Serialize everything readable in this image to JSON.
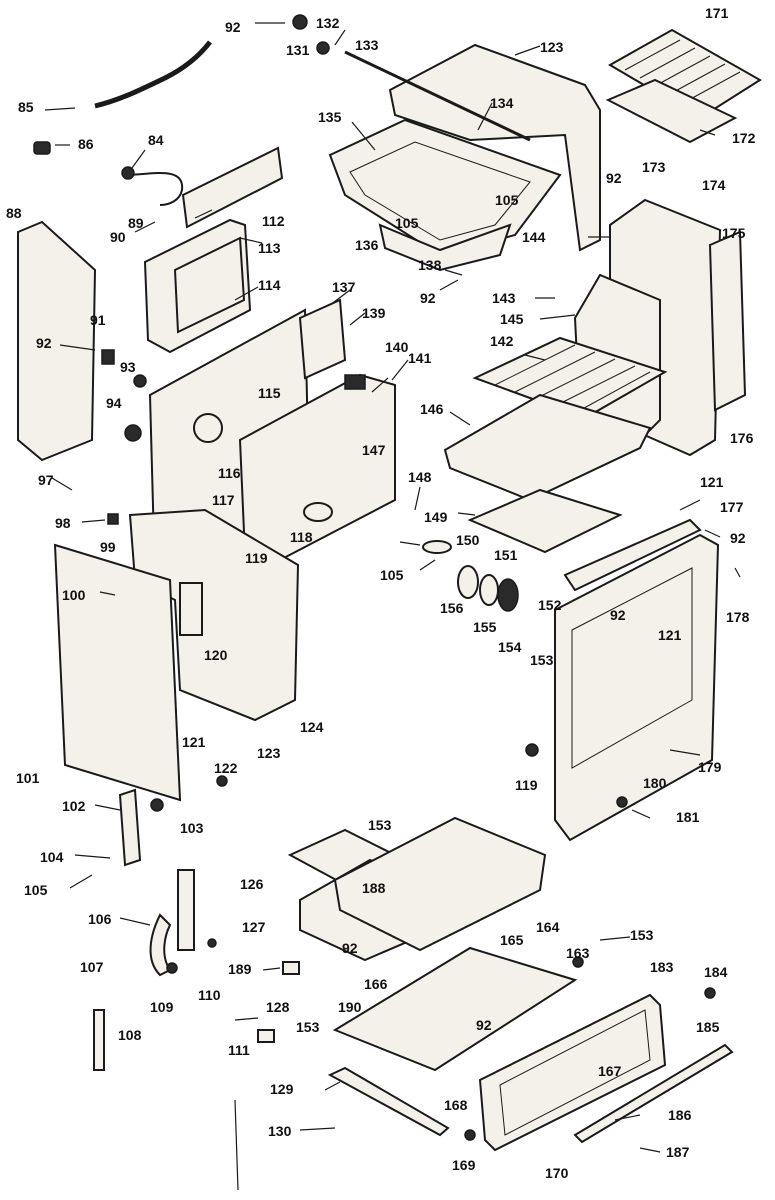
{
  "callouts": [
    {
      "id": "c85",
      "text": "85"
    },
    {
      "id": "c86",
      "text": "86"
    },
    {
      "id": "c84",
      "text": "84"
    },
    {
      "id": "c89",
      "text": "89"
    },
    {
      "id": "c88",
      "text": "88"
    },
    {
      "id": "c90",
      "text": "90"
    },
    {
      "id": "c112",
      "text": "112"
    },
    {
      "id": "c113",
      "text": "113"
    },
    {
      "id": "c114",
      "text": "114"
    },
    {
      "id": "c92a",
      "text": "92"
    },
    {
      "id": "c91",
      "text": "91"
    },
    {
      "id": "c93",
      "text": "93"
    },
    {
      "id": "c94",
      "text": "94"
    },
    {
      "id": "c97",
      "text": "97"
    },
    {
      "id": "c98",
      "text": "98"
    },
    {
      "id": "c99",
      "text": "99"
    },
    {
      "id": "c100",
      "text": "100"
    },
    {
      "id": "c101",
      "text": "101"
    },
    {
      "id": "c92b",
      "text": "92"
    },
    {
      "id": "c132",
      "text": "132"
    },
    {
      "id": "c131",
      "text": "131"
    },
    {
      "id": "c133",
      "text": "133"
    },
    {
      "id": "c123a",
      "text": "123"
    },
    {
      "id": "c134",
      "text": "134"
    },
    {
      "id": "c135",
      "text": "135"
    },
    {
      "id": "c105a",
      "text": "105"
    },
    {
      "id": "c105b",
      "text": "105"
    },
    {
      "id": "c136",
      "text": "136"
    },
    {
      "id": "c138",
      "text": "138"
    },
    {
      "id": "c92c",
      "text": "92"
    },
    {
      "id": "c137",
      "text": "137"
    },
    {
      "id": "c139",
      "text": "139"
    },
    {
      "id": "c140",
      "text": "140"
    },
    {
      "id": "c141",
      "text": "141"
    },
    {
      "id": "c115",
      "text": "115"
    },
    {
      "id": "c116",
      "text": "116"
    },
    {
      "id": "c117",
      "text": "117"
    },
    {
      "id": "c147",
      "text": "147"
    },
    {
      "id": "c148",
      "text": "148"
    },
    {
      "id": "c118",
      "text": "118"
    },
    {
      "id": "c119a",
      "text": "119"
    },
    {
      "id": "c120",
      "text": "120"
    },
    {
      "id": "c123b",
      "text": "123"
    },
    {
      "id": "c124",
      "text": "124"
    },
    {
      "id": "c121a",
      "text": "121"
    },
    {
      "id": "c122",
      "text": "122"
    },
    {
      "id": "c171",
      "text": "171"
    },
    {
      "id": "c172",
      "text": "172"
    },
    {
      "id": "c92d",
      "text": "92"
    },
    {
      "id": "c173",
      "text": "173"
    },
    {
      "id": "c174",
      "text": "174"
    },
    {
      "id": "c175",
      "text": "175"
    },
    {
      "id": "c144",
      "text": "144"
    },
    {
      "id": "c143",
      "text": "143"
    },
    {
      "id": "c145",
      "text": "145"
    },
    {
      "id": "c142",
      "text": "142"
    },
    {
      "id": "c146",
      "text": "146"
    },
    {
      "id": "c176",
      "text": "176"
    },
    {
      "id": "c149",
      "text": "149"
    },
    {
      "id": "c121b",
      "text": "121"
    },
    {
      "id": "c177",
      "text": "177"
    },
    {
      "id": "c92e",
      "text": "92"
    },
    {
      "id": "c105c",
      "text": "105"
    },
    {
      "id": "c150",
      "text": "150"
    },
    {
      "id": "c151",
      "text": "151"
    },
    {
      "id": "c156",
      "text": "156"
    },
    {
      "id": "c155",
      "text": "155"
    },
    {
      "id": "c154",
      "text": "154"
    },
    {
      "id": "c152",
      "text": "152"
    },
    {
      "id": "c153a",
      "text": "153"
    },
    {
      "id": "c178",
      "text": "178"
    },
    {
      "id": "c92f",
      "text": "92"
    },
    {
      "id": "c121c",
      "text": "121"
    },
    {
      "id": "c179",
      "text": "179"
    },
    {
      "id": "c119b",
      "text": "119"
    },
    {
      "id": "c180",
      "text": "180"
    },
    {
      "id": "c181",
      "text": "181"
    },
    {
      "id": "c102",
      "text": "102"
    },
    {
      "id": "c103",
      "text": "103"
    },
    {
      "id": "c104",
      "text": "104"
    },
    {
      "id": "c105d",
      "text": "105"
    },
    {
      "id": "c106",
      "text": "106"
    },
    {
      "id": "c107",
      "text": "107"
    },
    {
      "id": "c108",
      "text": "108"
    },
    {
      "id": "c109",
      "text": "109"
    },
    {
      "id": "c110",
      "text": "110"
    },
    {
      "id": "c153b",
      "text": "153"
    },
    {
      "id": "c126",
      "text": "126"
    },
    {
      "id": "c188",
      "text": "188"
    },
    {
      "id": "c127",
      "text": "127"
    },
    {
      "id": "c92g",
      "text": "92"
    },
    {
      "id": "c165",
      "text": "165"
    },
    {
      "id": "c164",
      "text": "164"
    },
    {
      "id": "c163",
      "text": "163"
    },
    {
      "id": "c153c",
      "text": "153"
    },
    {
      "id": "c189",
      "text": "189"
    },
    {
      "id": "c190",
      "text": "190"
    },
    {
      "id": "c166",
      "text": "166"
    },
    {
      "id": "c128",
      "text": "128"
    },
    {
      "id": "c153d",
      "text": "153"
    },
    {
      "id": "c92h",
      "text": "92"
    },
    {
      "id": "c111",
      "text": "111"
    },
    {
      "id": "c183",
      "text": "183"
    },
    {
      "id": "c184",
      "text": "184"
    },
    {
      "id": "c185",
      "text": "185"
    },
    {
      "id": "c167",
      "text": "167"
    },
    {
      "id": "c129",
      "text": "129"
    },
    {
      "id": "c130",
      "text": "130"
    },
    {
      "id": "c168",
      "text": "168"
    },
    {
      "id": "c186",
      "text": "186"
    },
    {
      "id": "c187",
      "text": "187"
    },
    {
      "id": "c169",
      "text": "169"
    },
    {
      "id": "c170",
      "text": "170"
    }
  ]
}
